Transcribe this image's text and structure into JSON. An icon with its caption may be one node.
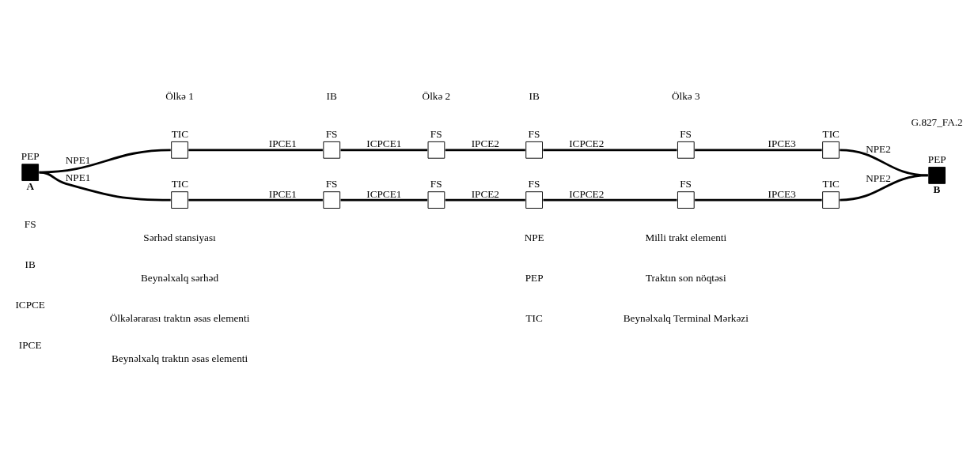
{
  "diagram": {
    "nodes": [
      {
        "text": [
          "PEP"
        ],
        "beside": [
          "A"
        ]
      },
      {
        "text": [
          "TIC"
        ]
      },
      {
        "text": [
          "FS"
        ]
      },
      {
        "text": [
          "FS"
        ]
      },
      {
        "text": [
          "FS"
        ]
      },
      {
        "text": [
          "FS"
        ]
      },
      {
        "text": [
          "TIC"
        ]
      },
      {
        "text": [
          "TIC"
        ]
      },
      {
        "text": [
          "FS"
        ]
      },
      {
        "text": [
          "FS"
        ]
      },
      {
        "text": [
          "FS"
        ]
      },
      {
        "text": [
          "FS"
        ]
      },
      {
        "text": [
          "TIC"
        ]
      },
      {
        "text": [
          "PEP"
        ],
        "beside": [
          "B"
        ]
      }
    ],
    "edges": [
      {
        "from": 0,
        "to": 1,
        "arrow": "none",
        "label": "NPE1"
      },
      {
        "from": 1,
        "to": 2,
        "arrow": "none",
        "label": "IPCE1"
      },
      {
        "from": 2,
        "to": 3,
        "arrow": "none",
        "label": "ICPCE1"
      },
      {
        "from": 3,
        "to": 4,
        "arrow": "none",
        "label": "IPCE2"
      },
      {
        "from": 4,
        "to": 5,
        "arrow": "none",
        "label": "ICPCE2"
      },
      {
        "from": 5,
        "to": 6,
        "arrow": "none",
        "label": "IPCE3"
      },
      {
        "from": 6,
        "to": 13,
        "arrow": "none",
        "label": "NPE2"
      },
      {
        "from": 0,
        "to": 7,
        "arrow": "none",
        "label": "NPE1"
      },
      {
        "from": 7,
        "to": 8,
        "arrow": "none",
        "label": "IPCE1"
      },
      {
        "from": 8,
        "to": 9,
        "arrow": "none",
        "label": "ICPCE1"
      },
      {
        "from": 9,
        "to": 10,
        "arrow": "none",
        "label": "IPCE2"
      },
      {
        "from": 10,
        "to": 11,
        "arrow": "none",
        "label": "ICPCE2"
      },
      {
        "from": 11,
        "to": 12,
        "arrow": "none",
        "label": "IPCE3"
      },
      {
        "from": 12,
        "to": 13,
        "arrow": "none",
        "label": "NPE2"
      }
    ],
    "labels": [
      "Ölkə 1",
      "IB",
      "Ölkə 2",
      "IB",
      "Ölkə 3",
      "G.827_FA.2",
      "FS",
      "Sərhəd stansiyası",
      "NPE",
      "Milli trakt elementi",
      "IB",
      "Beynəlxalq sərhəd",
      "PEP",
      "Traktın son nöqtəsi",
      "ICPCE",
      "Ölkələrarası traktın əsas elementi",
      "TIC",
      "Beynəlxalq Terminal Mərkəzi",
      "IPCE",
      "Beynəlxalq traktın əsas elementi"
    ]
  }
}
